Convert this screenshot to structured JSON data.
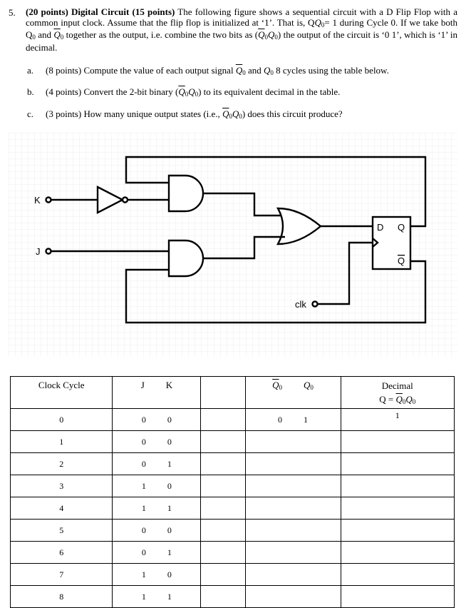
{
  "question": {
    "number": "5.",
    "heading": "(20 points) Digital Circuit (15 points)",
    "intro_a": " The following figure shows a sequential circuit with a D Flip Flop with a common input clock. Assume that the flip flop is initialized at ‘1’. That is, Q",
    "intro_b": "= 1 during Cycle 0. If we take both Q",
    "intro_c": " and ",
    "intro_d": " together as the output, i.e. combine the two bits as (",
    "intro_e": ") the output of the circuit is ‘0 1’, which is ‘1’ in decimal.",
    "q_letter": "Q",
    "zero": "0"
  },
  "parts": [
    {
      "label": "a.",
      "text_a": "(8 points) Compute the value of each output signal ",
      "text_b": " and ",
      "text_c": " 8 cycles using the table below."
    },
    {
      "label": "b.",
      "text_a": "(4 points) Convert the 2-bit binary (",
      "text_b": ") to its equivalent decimal in the table."
    },
    {
      "label": "c.",
      "text_a": "(3 points) How many unique output states (i.e., ",
      "text_b": ") does this circuit produce?"
    }
  ],
  "circuit": {
    "input_k": "K",
    "input_j": "J",
    "clk": "clk",
    "ff_d": "D",
    "ff_q": "Q",
    "ff_qbar": "Q"
  },
  "table": {
    "headers": {
      "cycle": "Clock Cycle",
      "j": "J",
      "k": "K",
      "qbar": "Q",
      "q": "Q",
      "decimal": "Decimal",
      "formula": "Q = "
    },
    "rows": [
      {
        "cycle": "0",
        "j": "0",
        "k": "0",
        "qbar": "0",
        "q": "1",
        "dec": "1"
      },
      {
        "cycle": "1",
        "j": "0",
        "k": "0",
        "qbar": "",
        "q": "",
        "dec": ""
      },
      {
        "cycle": "2",
        "j": "0",
        "k": "1",
        "qbar": "",
        "q": "",
        "dec": ""
      },
      {
        "cycle": "3",
        "j": "1",
        "k": "0",
        "qbar": "",
        "q": "",
        "dec": ""
      },
      {
        "cycle": "4",
        "j": "1",
        "k": "1",
        "qbar": "",
        "q": "",
        "dec": ""
      },
      {
        "cycle": "5",
        "j": "0",
        "k": "0",
        "qbar": "",
        "q": "",
        "dec": ""
      },
      {
        "cycle": "6",
        "j": "0",
        "k": "1",
        "qbar": "",
        "q": "",
        "dec": ""
      },
      {
        "cycle": "7",
        "j": "1",
        "k": "0",
        "qbar": "",
        "q": "",
        "dec": ""
      },
      {
        "cycle": "8",
        "j": "1",
        "k": "1",
        "qbar": "",
        "q": "",
        "dec": ""
      }
    ]
  }
}
